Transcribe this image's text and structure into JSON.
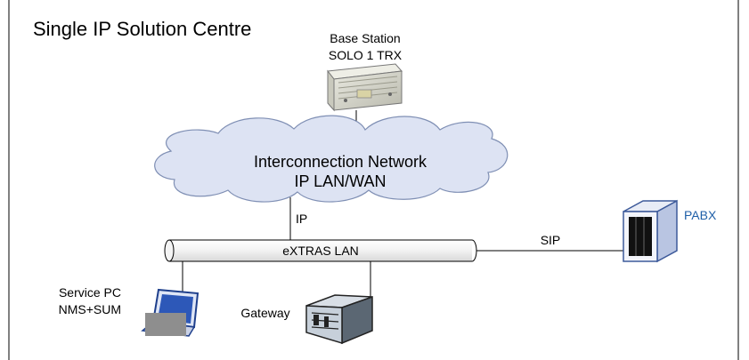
{
  "title": "Single IP Solution Centre",
  "base_station": {
    "line1": "Base Station",
    "line2": "SOLO 1 TRX"
  },
  "link_ip_top": "IP",
  "network": {
    "line1": "Interconnection Network",
    "line2": "IP LAN/WAN"
  },
  "link_ip_mid": "IP",
  "lan_label": "eXTRAS LAN",
  "link_sip": "SIP",
  "pabx": {
    "label": "PABX",
    "label_color": "#1f5fa8"
  },
  "service_pc": {
    "line1": "Service PC",
    "line2": "NMS+SUM"
  },
  "gateway": "Gateway",
  "colors": {
    "cloud_fill": "#dde3f3",
    "cloud_stroke": "#7f8fb4"
  }
}
